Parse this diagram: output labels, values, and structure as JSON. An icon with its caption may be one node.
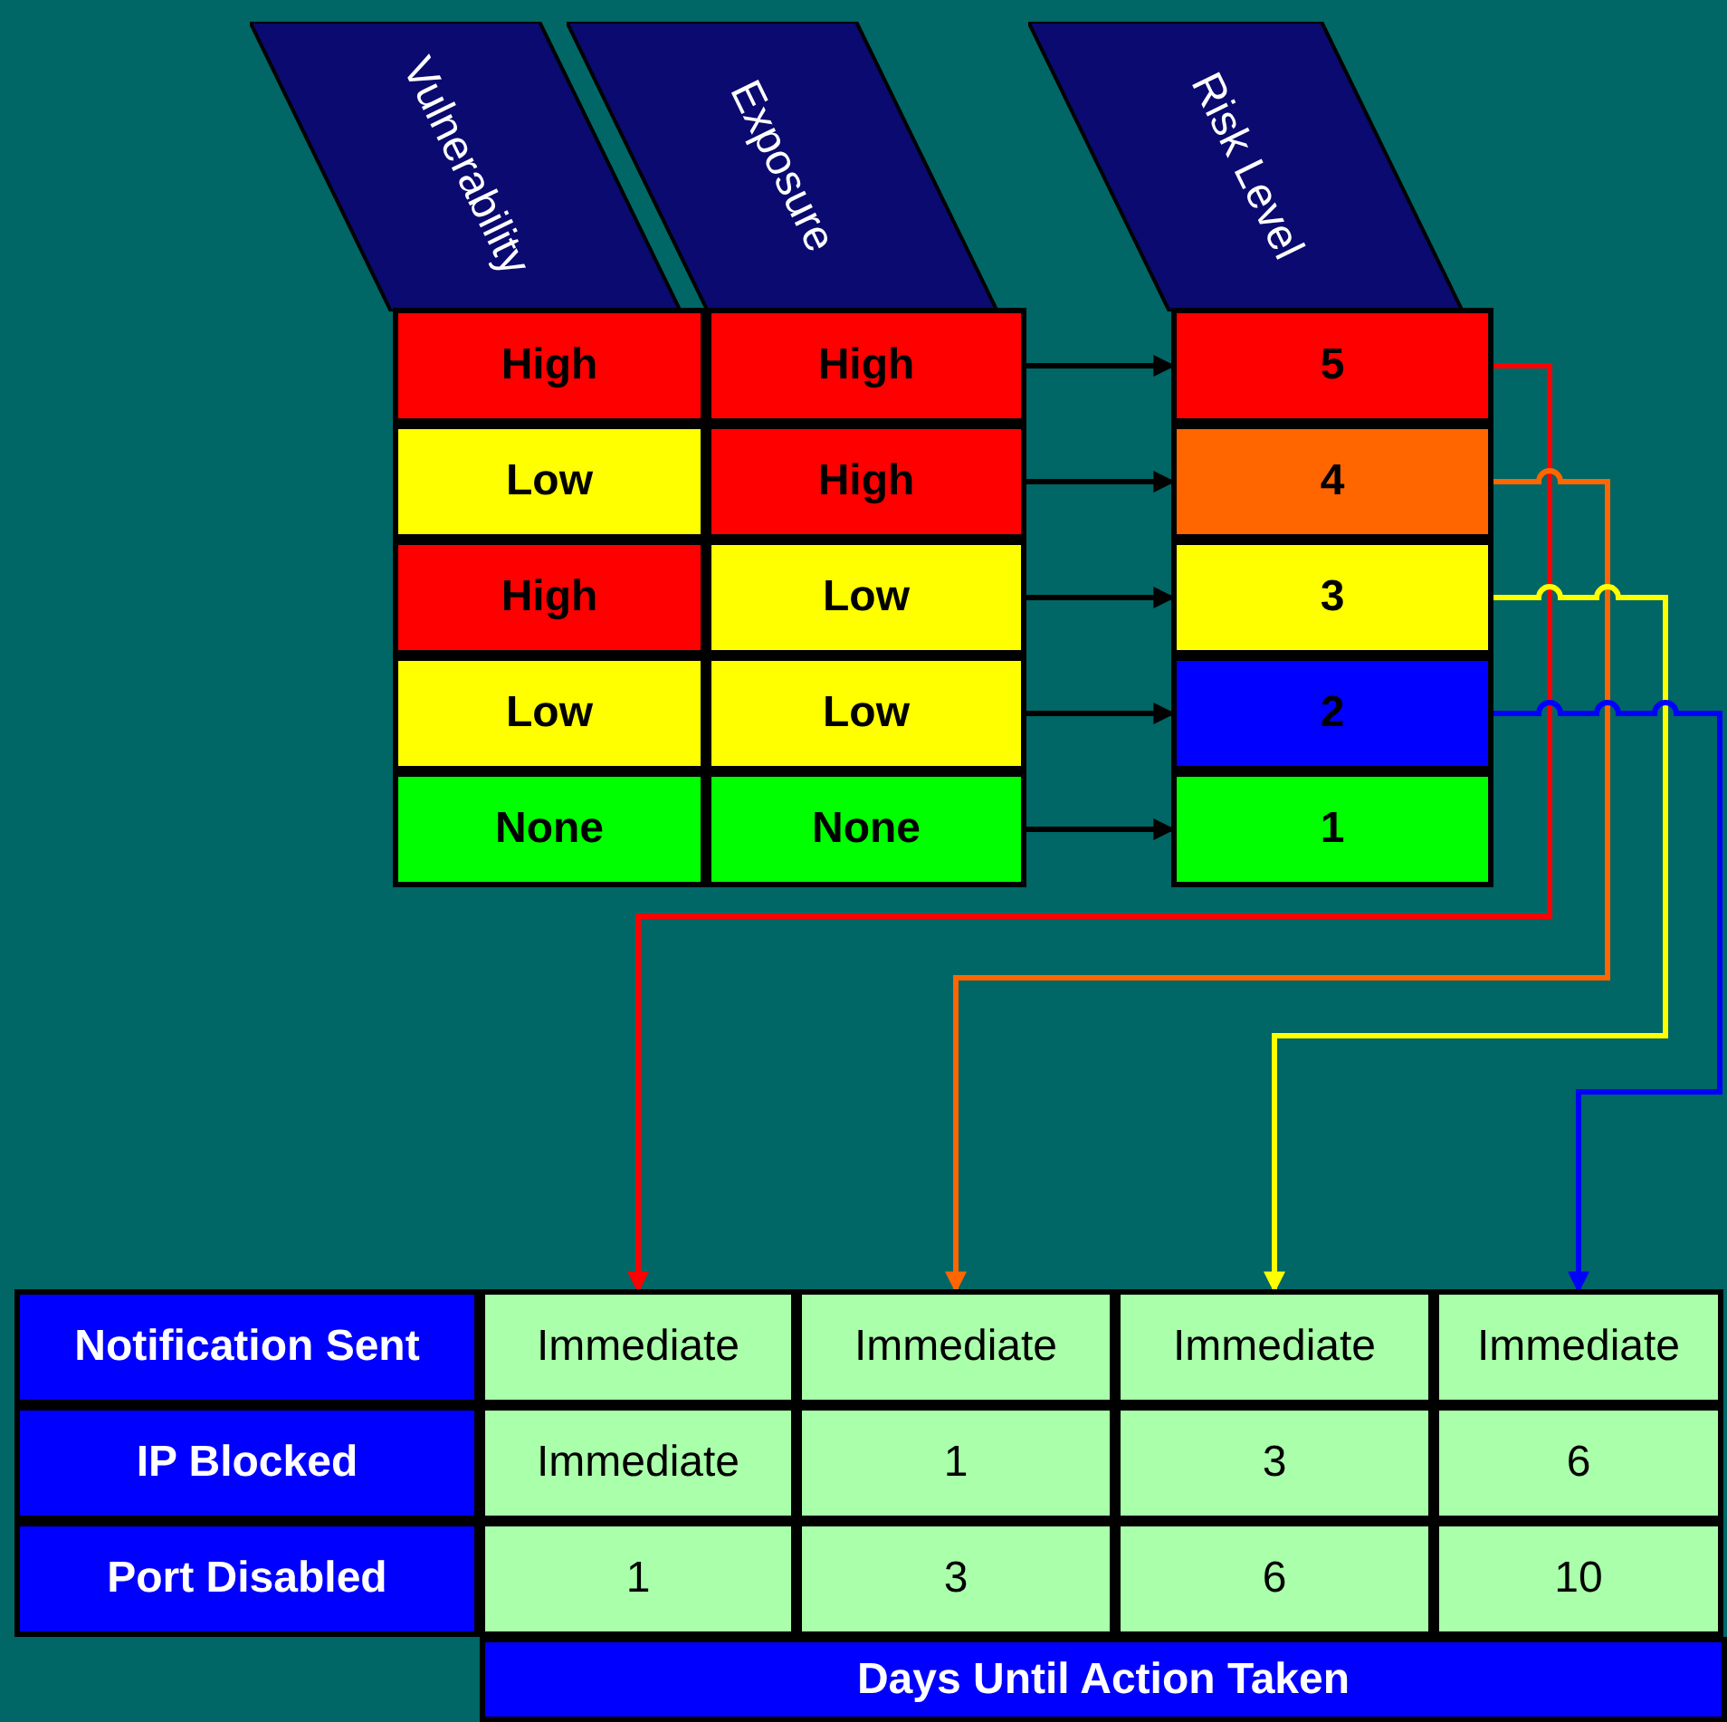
{
  "diagram": {
    "nodes": [
      {
        "text": [
          "Vulnerability"
        ]
      },
      {
        "text": [
          "Exposure"
        ]
      },
      {
        "text": [
          "Risk Level"
        ]
      },
      {
        "text": [
          "High"
        ]
      },
      {
        "text": [
          "High"
        ]
      },
      {
        "text": [
          "Low"
        ]
      },
      {
        "text": [
          "High"
        ]
      },
      {
        "text": [
          "High"
        ]
      },
      {
        "text": [
          "Low"
        ]
      },
      {
        "text": [
          "Low"
        ]
      },
      {
        "text": [
          "Low"
        ]
      },
      {
        "text": [
          "None"
        ]
      },
      {
        "text": [
          "None"
        ]
      },
      {
        "text": [
          "5"
        ]
      },
      {
        "text": [
          "4"
        ]
      },
      {
        "text": [
          "3"
        ]
      },
      {
        "text": [
          "2"
        ]
      },
      {
        "text": [
          "1"
        ]
      },
      {
        "text": [
          "Notification Sent"
        ]
      },
      {
        "text": [
          "Immediate"
        ]
      },
      {
        "text": [
          "Immediate"
        ]
      },
      {
        "text": [
          "Immediate"
        ]
      },
      {
        "text": [
          "Immediate"
        ]
      },
      {
        "text": [
          "IP Blocked"
        ]
      },
      {
        "text": [
          "Immediate"
        ]
      },
      {
        "text": [
          "1"
        ]
      },
      {
        "text": [
          "3"
        ]
      },
      {
        "text": [
          "6"
        ]
      },
      {
        "text": [
          "Port Disabled"
        ]
      },
      {
        "text": [
          "1"
        ]
      },
      {
        "text": [
          "3"
        ]
      },
      {
        "text": [
          "6"
        ]
      },
      {
        "text": [
          "10"
        ]
      },
      {
        "text": [
          "Days Until Action Taken"
        ]
      }
    ],
    "edges": [
      {
        "from": 4,
        "to": 13,
        "arrow": "to"
      },
      {
        "from": 6,
        "to": 14,
        "arrow": "to"
      },
      {
        "from": 8,
        "to": 15,
        "arrow": "to"
      },
      {
        "from": 10,
        "to": 16,
        "arrow": "to"
      },
      {
        "from": 12,
        "to": 17,
        "arrow": "to"
      },
      {
        "from": 13,
        "to": 19,
        "arrow": "to",
        "color": "#ff0000"
      },
      {
        "from": 14,
        "to": 20,
        "arrow": "to",
        "color": "#ff6600"
      },
      {
        "from": 15,
        "to": 21,
        "arrow": "to",
        "color": "#ffff00"
      },
      {
        "from": 16,
        "to": 22,
        "arrow": "to",
        "color": "#0000ff"
      }
    ]
  }
}
